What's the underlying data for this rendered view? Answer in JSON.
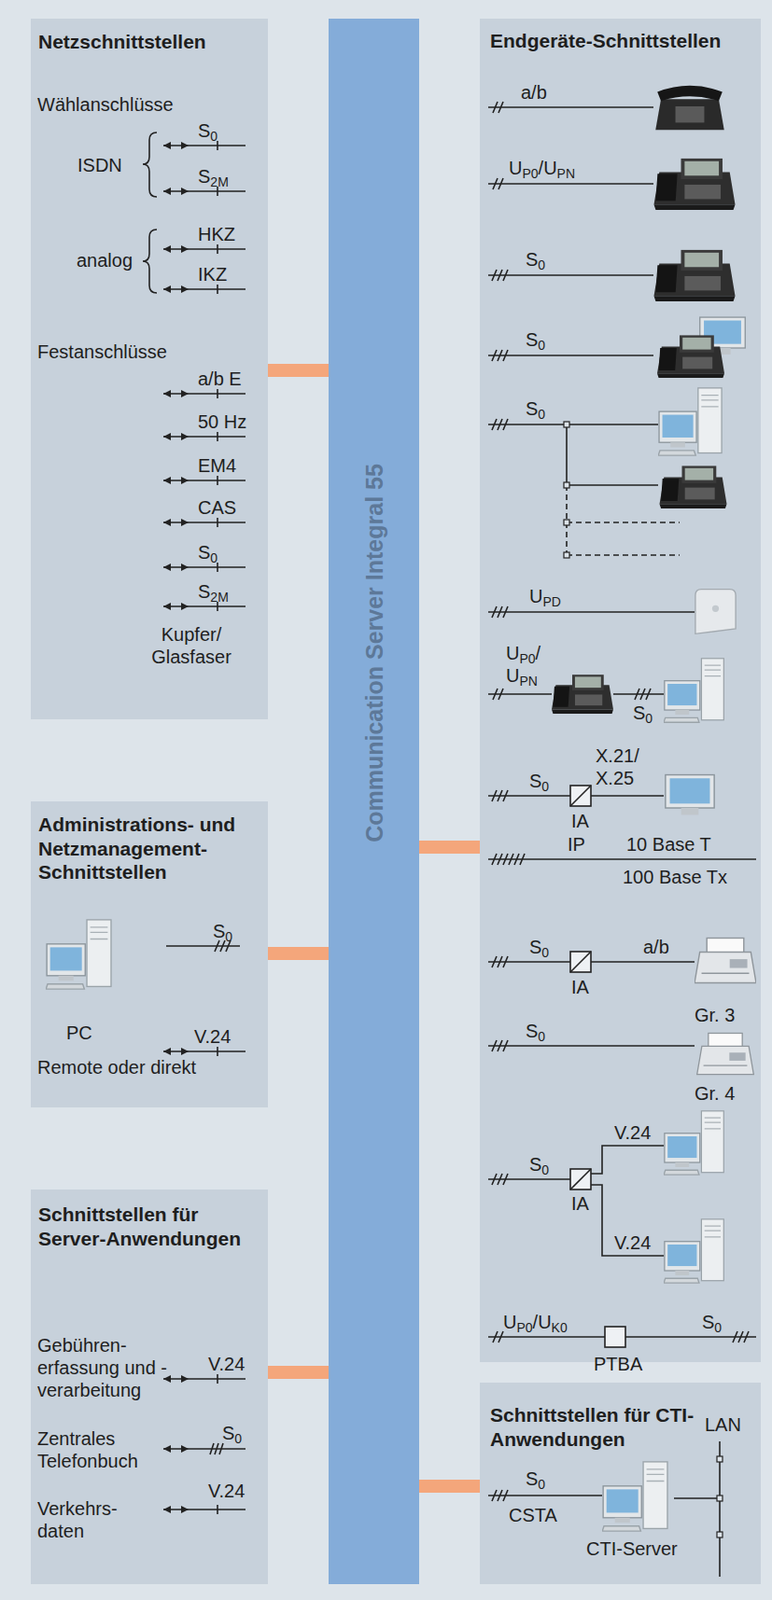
{
  "diagram": {
    "nodes": [
      {
        "text": [
          "Netzschnittstellen"
        ]
      },
      {
        "text": [
          "Administrations- und Netzmanagement-Schnittstellen"
        ]
      },
      {
        "text": [
          "Schnittstellen für Server-Anwendungen"
        ]
      },
      {
        "text": [
          "Communication Server Integral 55"
        ]
      },
      {
        "text": [
          "Endgeräte-Schnittstellen"
        ]
      },
      {
        "text": [
          "Schnittstellen für CTI-Anwendungen"
        ]
      }
    ],
    "edges": [
      {
        "from": 0,
        "to": 3,
        "arrow": "none"
      },
      {
        "from": 1,
        "to": 3,
        "arrow": "none"
      },
      {
        "from": 2,
        "to": 3,
        "arrow": "none"
      },
      {
        "from": 4,
        "to": 3,
        "arrow": "none"
      },
      {
        "from": 5,
        "to": 3,
        "arrow": "none"
      }
    ],
    "labels": [
      "Wählanschlüsse",
      "ISDN",
      "S0",
      "S2M",
      "analog",
      "HKZ",
      "IKZ",
      "Festanschlüsse",
      "a/b E",
      "50 Hz",
      "EM4",
      "CAS",
      "S0",
      "S2M",
      "Kupfer/ Glasfaser",
      "S0",
      "PC",
      "V.24",
      "Remote oder direkt",
      "Gebühren- erfassung und -verarbeitung",
      "V.24",
      "Zentrales Telefonbuch",
      "S0",
      "Verkehrs- daten",
      "V.24",
      "a/b",
      "UP0/UPN",
      "S0",
      "S0",
      "S0",
      "UPD",
      "UP0/ UPN",
      "S0",
      "X.21/ X.25",
      "S0",
      "IA",
      "IP",
      "10 Base T",
      "100 Base Tx",
      "S0",
      "a/b",
      "IA",
      "Gr. 3",
      "S0",
      "Gr. 4",
      "V.24",
      "S0",
      "IA",
      "V.24",
      "UP0/UK0",
      "PTBA",
      "S0",
      "LAN",
      "S0",
      "CSTA",
      "CTI-Server"
    ]
  }
}
